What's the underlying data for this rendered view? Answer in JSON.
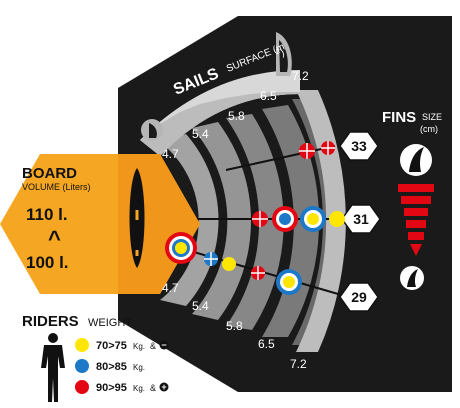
{
  "sails": {
    "title": "SAILS",
    "subtitle": "SURFACE (m",
    "superscript": "2",
    "subtitle_end": ")",
    "top_values": [
      "4.7",
      "5.4",
      "5.8",
      "6.5",
      "7.2"
    ],
    "bottom_values": [
      "4.7",
      "5.4",
      "5.8",
      "6.5",
      "7.2"
    ]
  },
  "board": {
    "title": "BOARD",
    "subtitle": "VOLUME (Liters)",
    "top_value": "110 l.",
    "bottom_value": "100 l.",
    "caret": "^"
  },
  "fins": {
    "title": "FINS",
    "subtitle_line1": "SIZE",
    "subtitle_line2": "(cm)",
    "sizes": [
      "33",
      "31",
      "29"
    ]
  },
  "riders": {
    "title": "RIDERS",
    "subtitle": "WEIGHT",
    "items": [
      {
        "label": "70>75",
        "unit": "Kg.",
        "suffix": "& ",
        "sign": "−",
        "color": "#ffe600"
      },
      {
        "label": "80>85",
        "unit": "Kg.",
        "suffix": "",
        "sign": "",
        "color": "#1e78c8"
      },
      {
        "label": "90>95",
        "unit": "Kg.",
        "suffix": "& ",
        "sign": "+",
        "color": "#e30613"
      }
    ]
  },
  "colors": {
    "hex_bg": "#1a1a1a",
    "board_orange": "#f5a623",
    "fin_red": "#e30613",
    "yellow": "#ffe600",
    "blue": "#1e78c8",
    "red": "#e30613"
  }
}
